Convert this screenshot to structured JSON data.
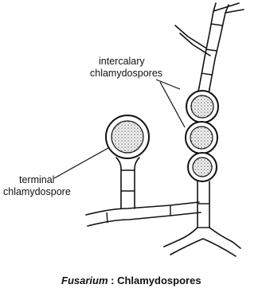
{
  "labels": {
    "intercalary_line1": "intercalary",
    "intercalary_line2": "chlamydospores",
    "terminal_line1": "terminal",
    "terminal_line2": "chlamydospore"
  },
  "caption": {
    "genus": "Fusarium",
    "separator": " : ",
    "text": "Chlamydospores"
  }
}
